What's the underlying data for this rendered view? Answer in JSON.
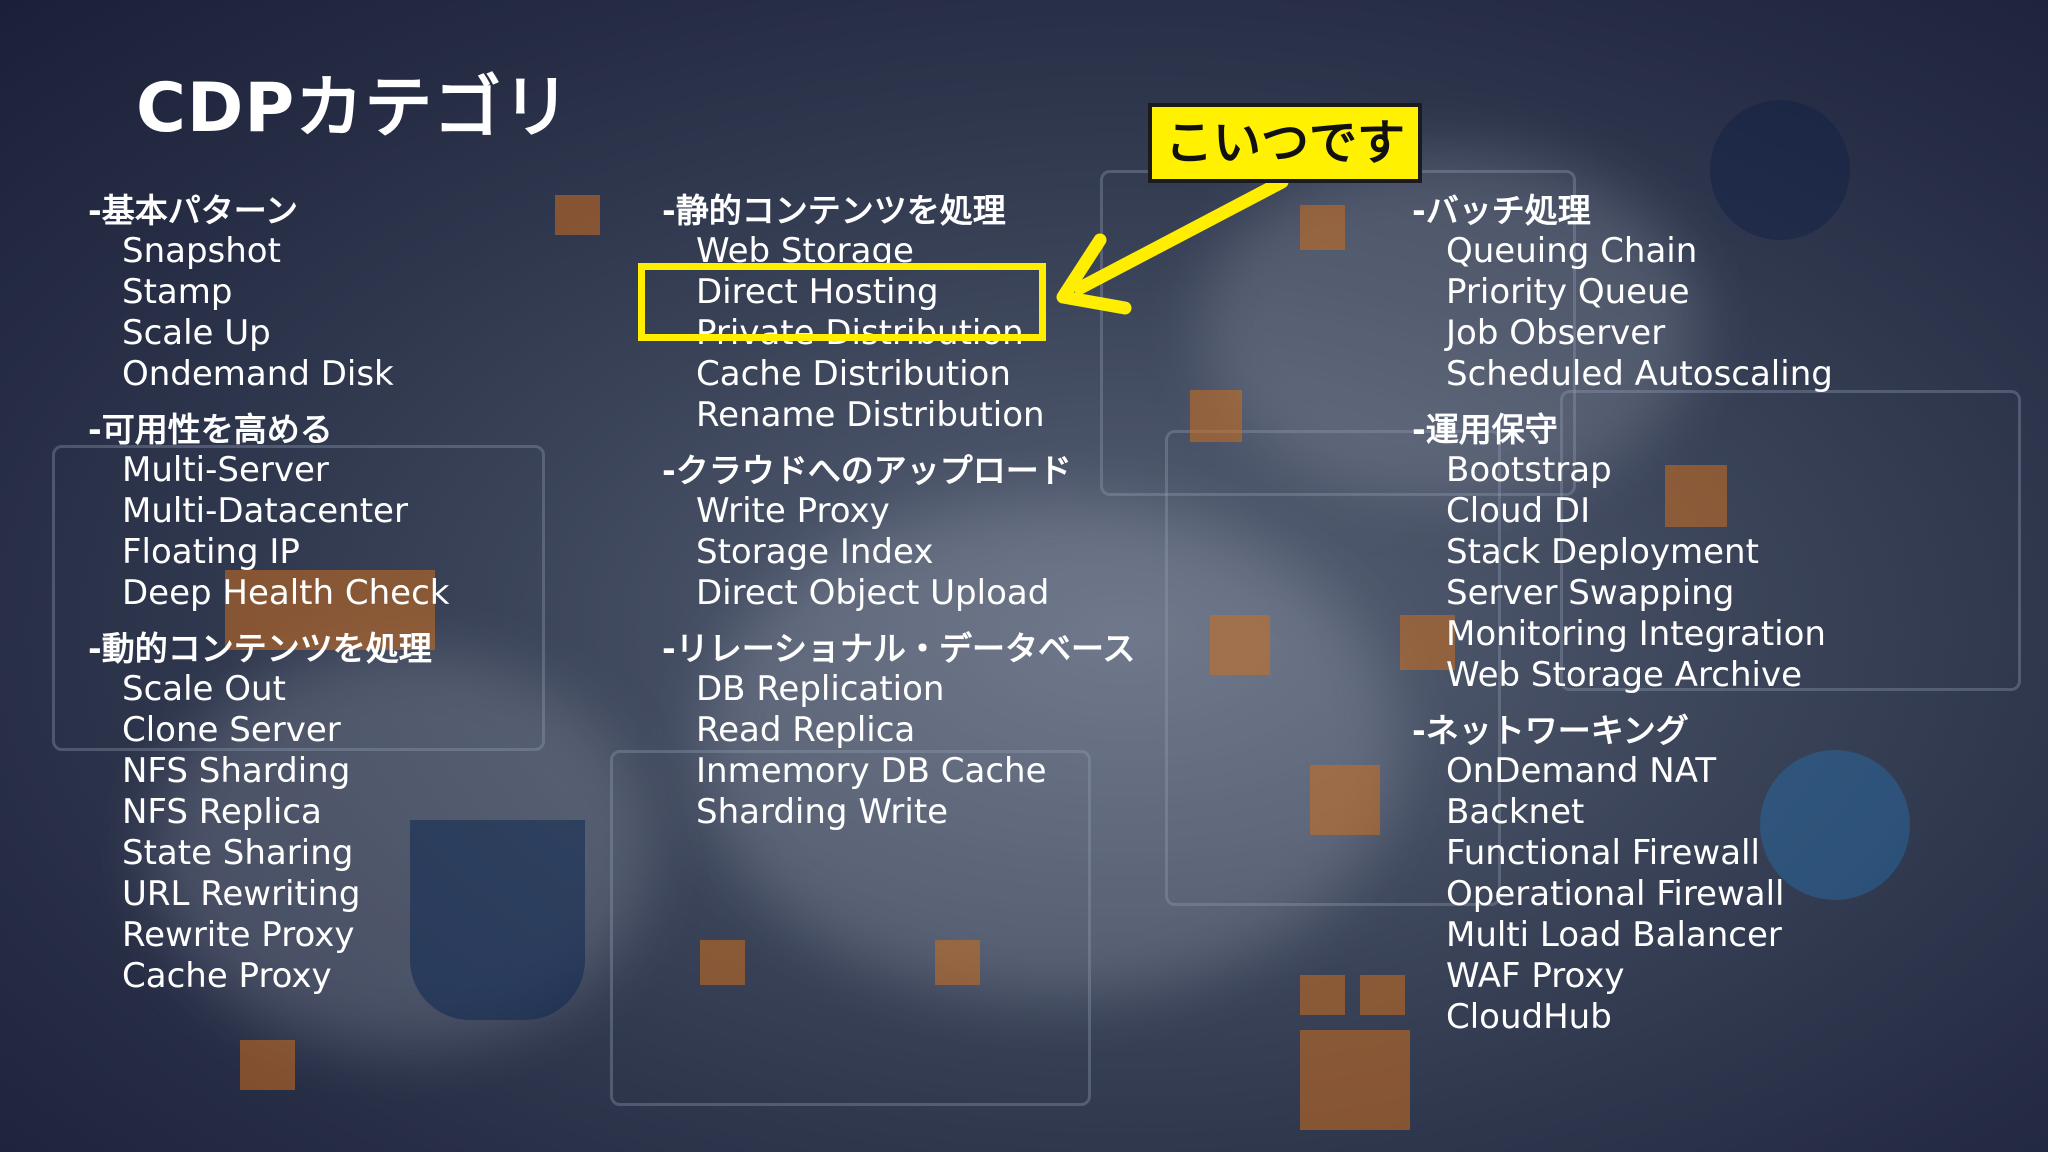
{
  "slide": {
    "title": "CDPカテゴリ",
    "callout": "こいつです",
    "columns": [
      {
        "groups": [
          {
            "heading": "-基本パターン",
            "items": [
              "Snapshot",
              "Stamp",
              "Scale Up",
              "Ondemand Disk"
            ]
          },
          {
            "heading": "-可用性を高める",
            "items": [
              "Multi-Server",
              "Multi-Datacenter",
              "Floating IP",
              "Deep Health Check"
            ]
          },
          {
            "heading": "-動的コンテンツを処理",
            "items": [
              "Scale Out",
              "Clone Server",
              "NFS Sharding",
              "NFS Replica",
              "State Sharing",
              "URL Rewriting",
              "Rewrite Proxy",
              "Cache Proxy"
            ]
          }
        ]
      },
      {
        "groups": [
          {
            "heading": "-静的コンテンツを処理",
            "items": [
              "Web Storage",
              "Direct Hosting",
              "Private Distribution",
              "Cache Distribution",
              "Rename Distribution"
            ]
          },
          {
            "heading": "-クラウドへのアップロード",
            "items": [
              "Write Proxy",
              "Storage Index",
              "Direct Object Upload"
            ]
          },
          {
            "heading": "-リレーショナル・データベース",
            "items": [
              "DB Replication",
              "Read Replica",
              "Inmemory DB Cache",
              "Sharding Write"
            ]
          }
        ]
      },
      {
        "groups": [
          {
            "heading": "-バッチ処理",
            "items": [
              "Queuing Chain",
              "Priority Queue",
              "Job Observer",
              "Scheduled Autoscaling"
            ]
          },
          {
            "heading": "-運用保守",
            "items": [
              "Bootstrap",
              "Cloud DI",
              "Stack Deployment",
              "Server Swapping",
              "Monitoring Integration",
              "Web Storage Archive"
            ]
          },
          {
            "heading": "-ネットワーキング",
            "items": [
              "OnDemand NAT",
              "Backnet",
              "Functional Firewall",
              "Operational Firewall",
              "Multi Load Balancer",
              "WAF Proxy",
              "CloudHub"
            ]
          }
        ]
      }
    ]
  },
  "colors": {
    "highlight": "#ffee00",
    "callout_bg": "#fff100",
    "background": "#2a3148"
  }
}
